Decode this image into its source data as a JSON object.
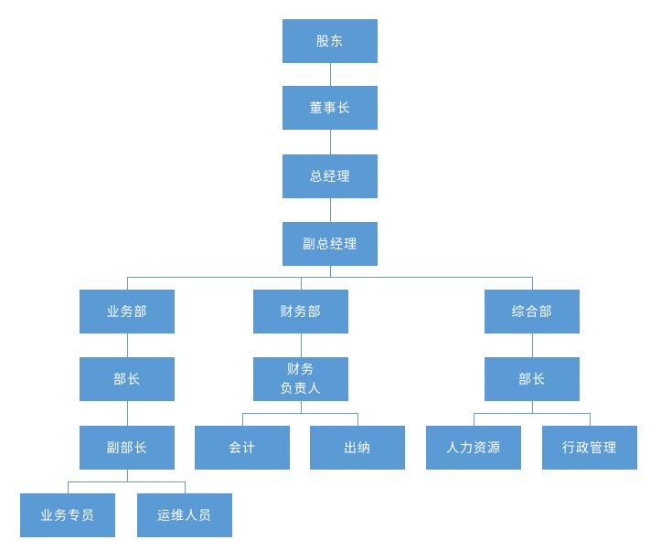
{
  "diagram": {
    "type": "org-chart",
    "colors": {
      "node_fill": "#5b9bd5",
      "node_text": "#ffffff",
      "connector": "#6a9bd2",
      "background": "#ffffff"
    },
    "nodes": {
      "shareholders": "股东",
      "chairman": "董事长",
      "general_manager": "总经理",
      "deputy_general_manager": "副总经理",
      "business_dept": "业务部",
      "finance_dept": "财务部",
      "general_affairs_dept": "综合部",
      "business_minister": "部长",
      "finance_head_line1": "财务",
      "finance_head_line2": "负责人",
      "general_minister": "部长",
      "deputy_minister": "副部长",
      "accountant": "会计",
      "cashier": "出纳",
      "human_resources": "人力资源",
      "administration": "行政管理",
      "business_specialist": "业务专员",
      "operations_staff": "运维人员"
    },
    "edges": [
      [
        "shareholders",
        "chairman"
      ],
      [
        "chairman",
        "general_manager"
      ],
      [
        "general_manager",
        "deputy_general_manager"
      ],
      [
        "deputy_general_manager",
        "business_dept"
      ],
      [
        "deputy_general_manager",
        "finance_dept"
      ],
      [
        "deputy_general_manager",
        "general_affairs_dept"
      ],
      [
        "business_dept",
        "business_minister"
      ],
      [
        "business_minister",
        "deputy_minister"
      ],
      [
        "deputy_minister",
        "business_specialist"
      ],
      [
        "deputy_minister",
        "operations_staff"
      ],
      [
        "finance_dept",
        "finance_head"
      ],
      [
        "finance_head",
        "accountant"
      ],
      [
        "finance_head",
        "cashier"
      ],
      [
        "general_affairs_dept",
        "general_minister"
      ],
      [
        "general_minister",
        "human_resources"
      ],
      [
        "general_minister",
        "administration"
      ]
    ]
  }
}
